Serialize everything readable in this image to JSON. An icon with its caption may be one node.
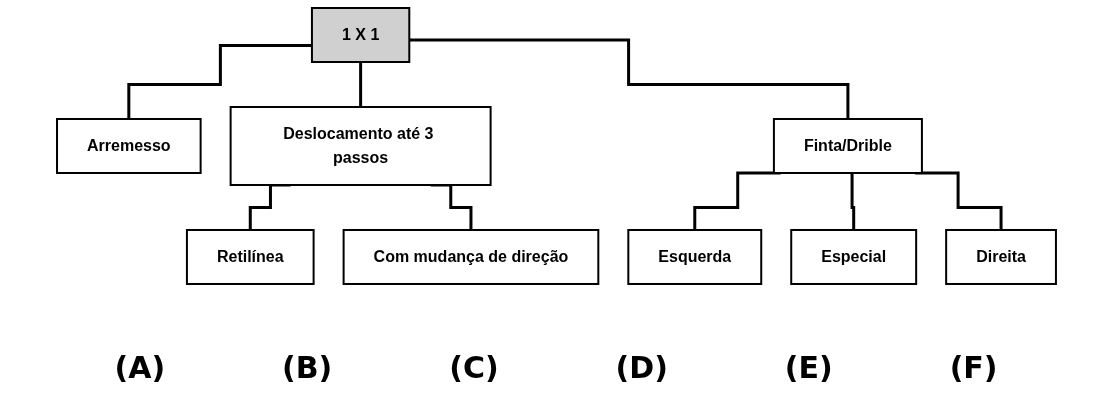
{
  "diagram": {
    "nodes": [
      {
        "text": [
          "1 X 1"
        ]
      },
      {
        "text": [
          "Arremesso"
        ]
      },
      {
        "text": [
          "Deslocamento até 3 passos"
        ]
      },
      {
        "text": [
          "Finta/Drible"
        ]
      },
      {
        "text": [
          "Retilínea"
        ]
      },
      {
        "text": [
          "Com mudança de direção"
        ]
      },
      {
        "text": [
          "Esquerda"
        ]
      },
      {
        "text": [
          "Especial"
        ]
      },
      {
        "text": [
          "Direita"
        ]
      }
    ],
    "edges": [
      {
        "from": 0,
        "to": 1,
        "arrow": "none"
      },
      {
        "from": 0,
        "to": 2,
        "arrow": "none"
      },
      {
        "from": 0,
        "to": 3,
        "arrow": "none"
      },
      {
        "from": 2,
        "to": 4,
        "arrow": "none"
      },
      {
        "from": 2,
        "to": 5,
        "arrow": "none"
      },
      {
        "from": 3,
        "to": 6,
        "arrow": "none"
      },
      {
        "from": 3,
        "to": 7,
        "arrow": "none"
      },
      {
        "from": 3,
        "to": 8,
        "arrow": "none"
      }
    ],
    "labels": [
      "(A)",
      "(B)",
      "(C)",
      "(D)",
      "(E)",
      "(F)"
    ]
  }
}
